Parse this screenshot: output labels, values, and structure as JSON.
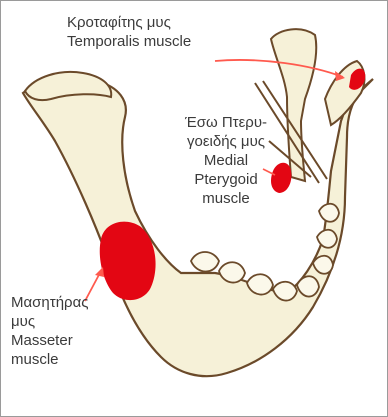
{
  "labels": {
    "temporalis": {
      "greek": "Κροταφίτης μυς",
      "english": "Temporalis muscle"
    },
    "medial_pterygoid": {
      "greek_line1": "Έσω Πτερυ-",
      "greek_line2": "γοειδής μυς",
      "english_line1": "Medial",
      "english_line2": "Pterygoid",
      "english_line3": "muscle"
    },
    "masseter": {
      "greek_line1": "Μασητήρας",
      "greek_line2": "μυς",
      "english_line1": "Masseter",
      "english_line2": "muscle"
    }
  },
  "colors": {
    "bone_fill": "#f6f1d8",
    "bone_outline": "#6b4a2a",
    "muscle_red": "#e30613",
    "arrow_red": "#ff5a4e",
    "text": "#3b3b3b",
    "border": "#9a9a9a"
  }
}
